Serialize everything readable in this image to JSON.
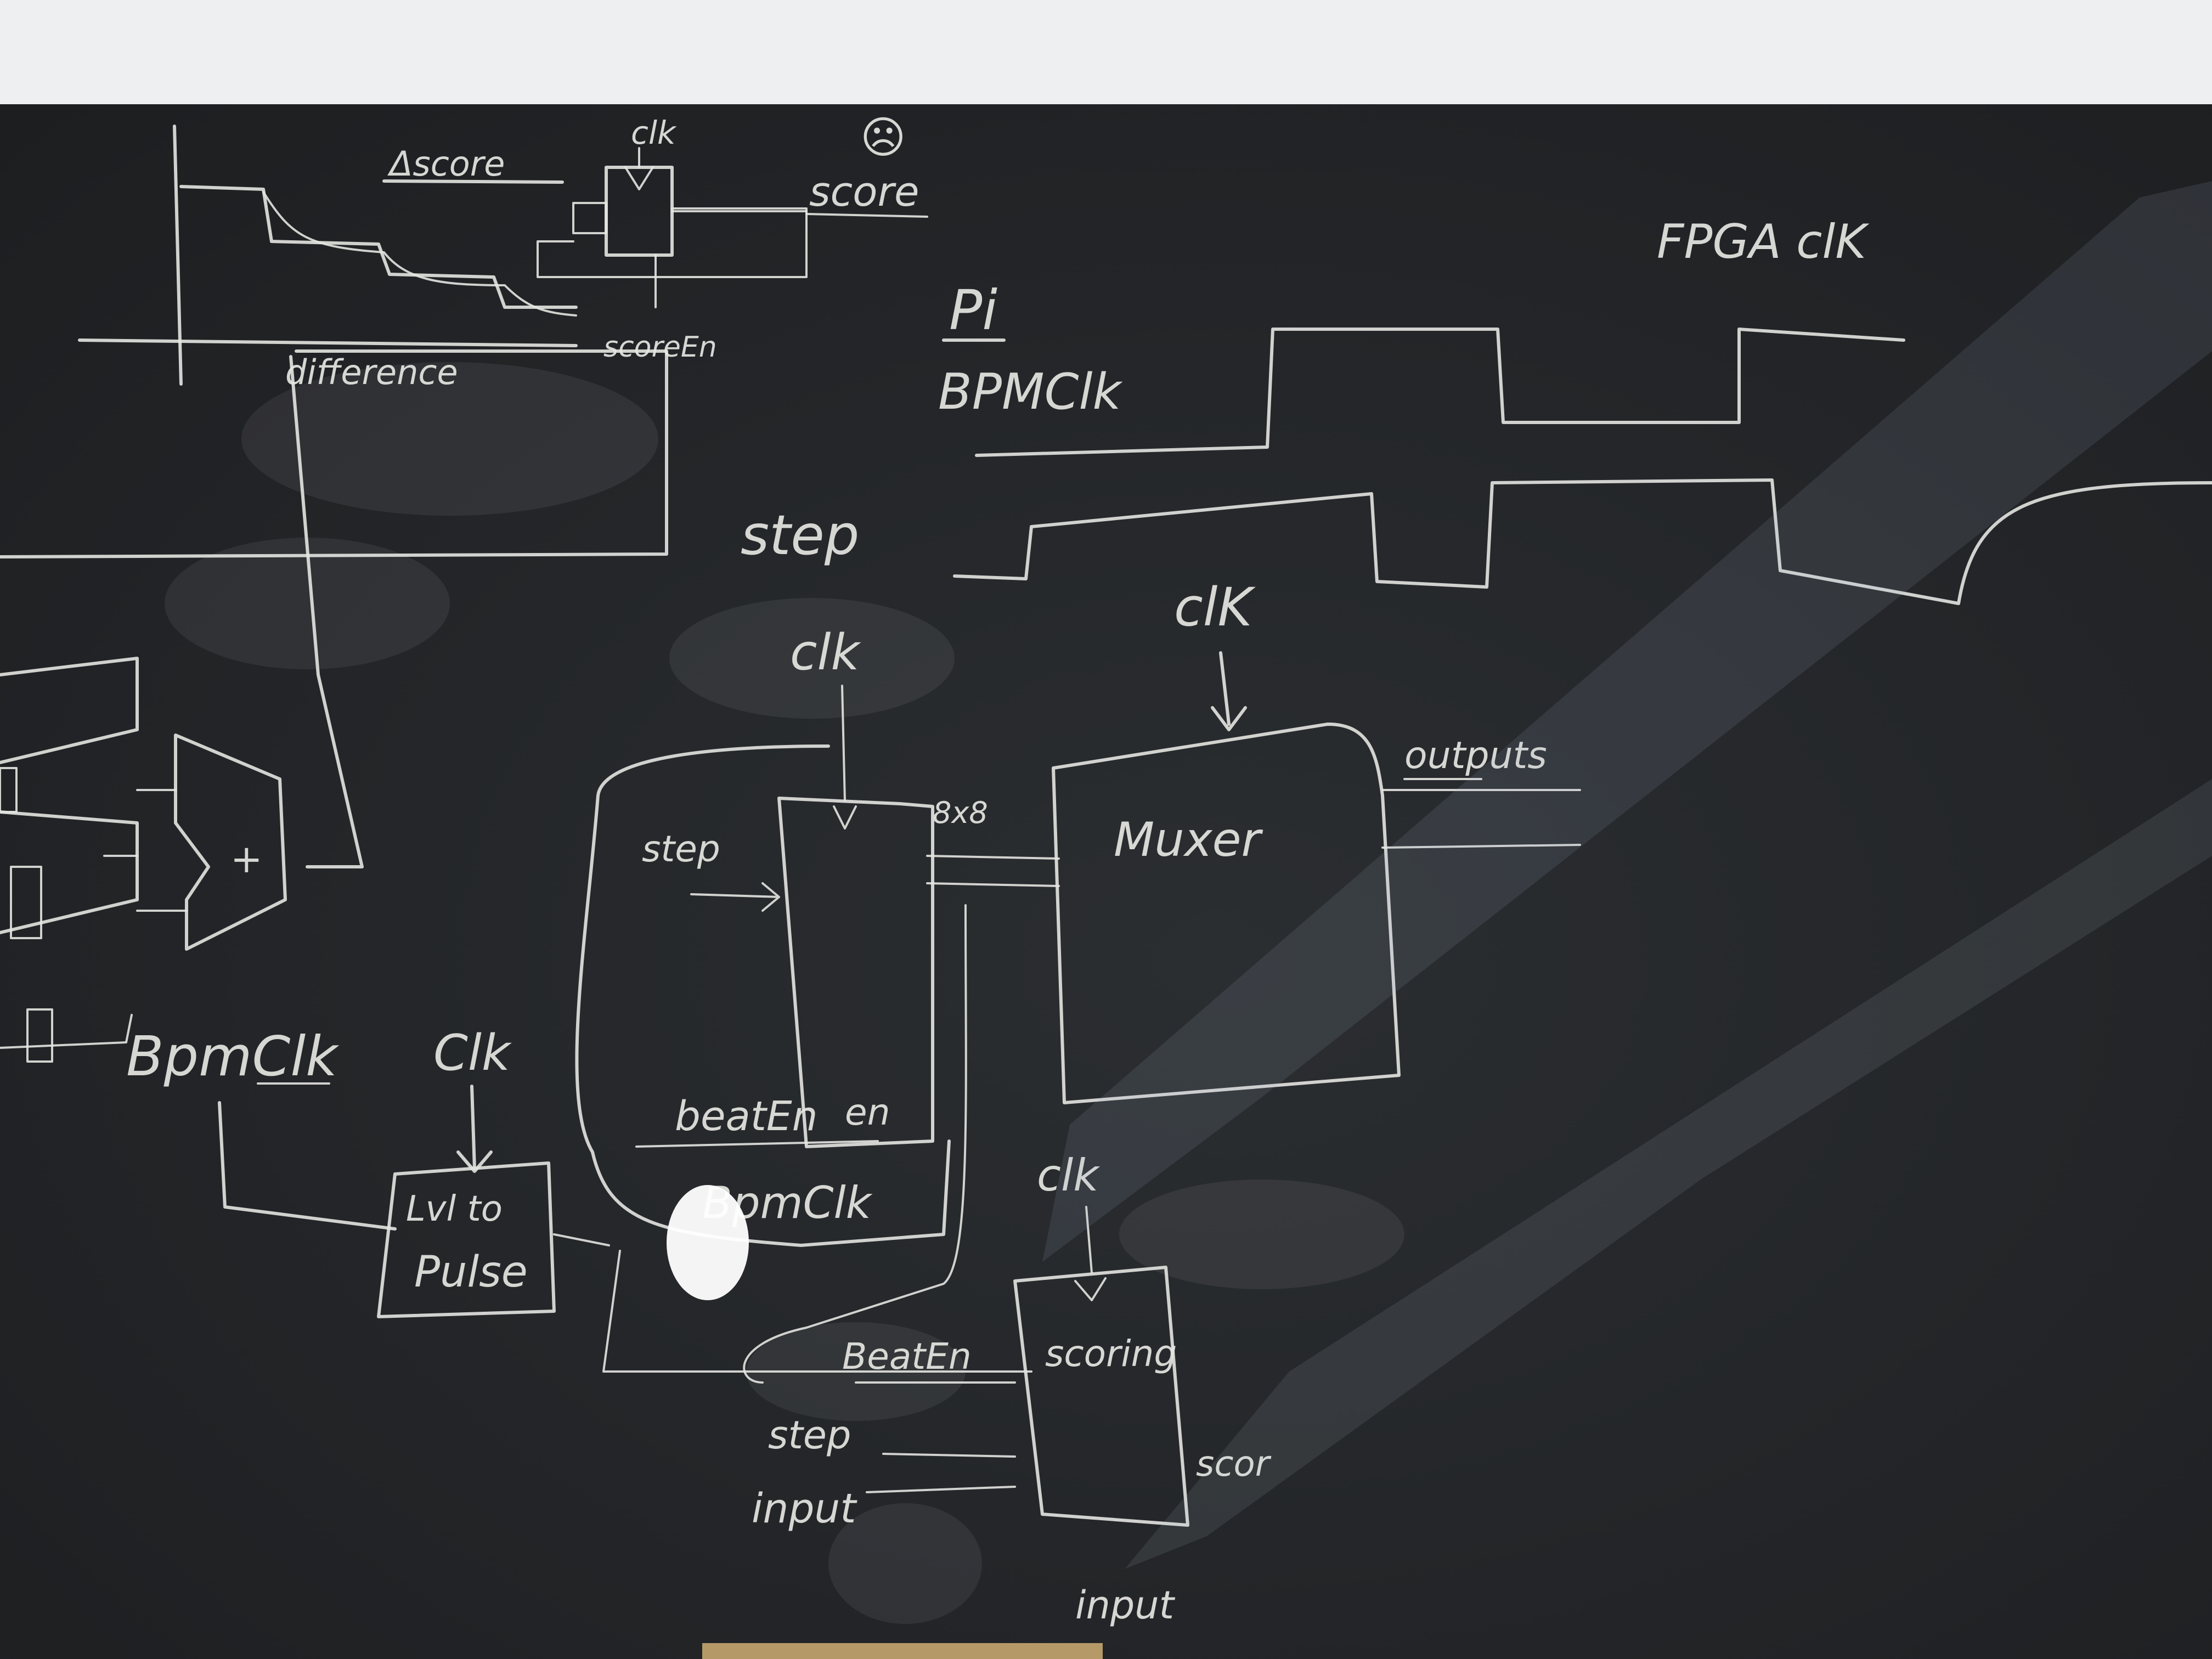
{
  "labels": {
    "delta_score": "Δscore",
    "clk_top": "clk",
    "score": "score",
    "face": "☹",
    "difference": "difference",
    "score_en": "scoreEn",
    "pi": "Pi",
    "bpm_clk_wave": "BPMClk",
    "fpga_clk": "FPGA clK",
    "step_wave": "step",
    "clk_step_reg": "clk",
    "clk_muxer": "clK",
    "outputs": "outputs",
    "eight_by_eight": "8x8",
    "step_in": "step",
    "muxer": "Muxer",
    "adder": "+",
    "bpm_clk_left": "BpmClk",
    "clk_lvl": "Clk",
    "lvl_to_pulse_1": "Lvl to",
    "lvl_to_pulse_2": "Pulse",
    "beat_en": "beatEn",
    "en": "en",
    "bpm_clk_mid": "BpmClk",
    "clk_scoring": "clk",
    "beat_en_low": "BeatEn",
    "scoring": "scoring",
    "step_low": "step",
    "input": "input",
    "score_low": "scor",
    "input_bottom": "input"
  },
  "colors": {
    "chalk": "#e4e4e1",
    "board": "#232528",
    "wall": "#ecedef",
    "tray": "#b59a68"
  }
}
